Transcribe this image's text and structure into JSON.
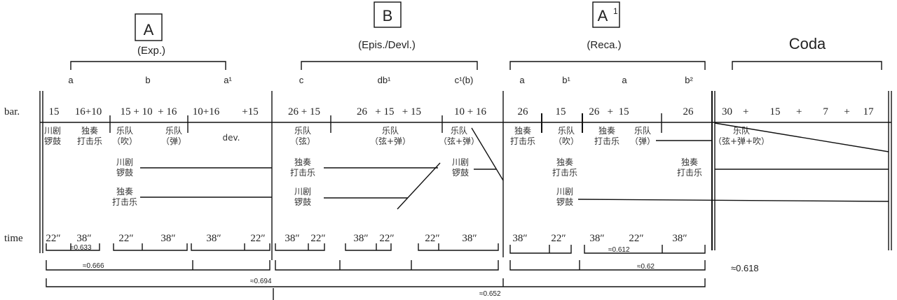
{
  "row_labels": {
    "bar": "bar.",
    "time": "time"
  },
  "sections": [
    {
      "box": "A",
      "sup": "",
      "name": "(Exp.)"
    },
    {
      "box": "B",
      "sup": "",
      "name": "(Epis./Devl.)"
    },
    {
      "box": "A",
      "sup": "1",
      "name": "(Reca.)"
    },
    {
      "box": "",
      "sup": "",
      "name": "Coda"
    }
  ],
  "subsections": [
    "a",
    "b",
    "a¹",
    "c",
    "db¹",
    "c¹(b)",
    "a",
    "b¹",
    "a",
    "b²"
  ],
  "bars": [
    "15",
    "16+10",
    "15 + 10  + 16",
    "10+16",
    "+15",
    "26 + 15",
    "26   + 15   + 15",
    "10 + 16",
    "26",
    "15",
    "26   +  15",
    "26",
    "30    +        15      +        7      +     17"
  ],
  "instruments": [
    [
      "川剧",
      "锣鼓"
    ],
    [
      "独奏",
      "打击乐"
    ],
    [
      "乐队",
      "（吹）"
    ],
    [
      "乐队",
      "（弹）"
    ],
    [
      "dev.",
      ""
    ],
    [
      "乐队",
      "（弦）"
    ],
    [
      "乐队",
      "（弦+弹）"
    ],
    [
      "乐队",
      "（弦+弹）"
    ],
    [
      "独奏",
      "打击乐"
    ],
    [
      "乐队",
      "（吹）"
    ],
    [
      "独奏",
      "打击乐"
    ],
    [
      "乐队",
      "（弹）"
    ],
    [
      "乐队",
      "（弦+弹+吹）"
    ],
    [
      "川剧",
      "锣鼓"
    ],
    [
      "独奏",
      "打击乐"
    ],
    [
      "川剧",
      "锣鼓"
    ],
    [
      "独奏",
      "打击乐"
    ],
    [
      "独奏",
      "打击乐"
    ],
    [
      "独奏",
      "打击乐"
    ],
    [
      "川剧",
      "锣鼓"
    ],
    [
      "川剧",
      "锣鼓"
    ]
  ],
  "times": [
    "22″",
    "38″",
    "22″",
    "38″",
    "38″",
    "22″",
    "38″",
    "22″",
    "38″",
    "22″",
    "22″",
    "38″",
    "38″",
    "22″",
    "38″",
    "22″",
    "38″"
  ],
  "ratios": [
    "≈0.633",
    "≈0.666",
    "≈0.612",
    "≈0.62",
    "≈0.694",
    "≈0.652",
    "≈0.618"
  ]
}
